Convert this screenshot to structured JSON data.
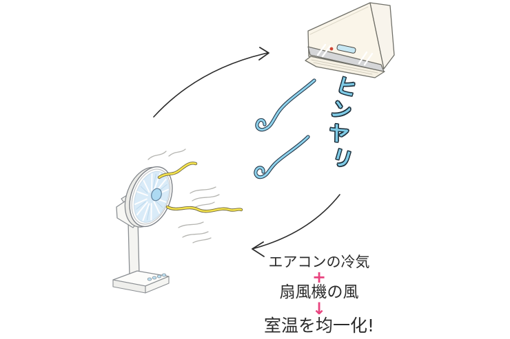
{
  "cool_label": {
    "text": "ヒンヤリ",
    "chars": [
      "ヒ",
      "ン",
      "ヤ",
      "リ"
    ]
  },
  "caption": {
    "line1": "エアコンの冷気",
    "plus": "+",
    "line2": "扇風機の風",
    "down_arrow": "↓",
    "line3": "室温を均一化!"
  },
  "colors": {
    "accent_pink": "#e8447f",
    "label_blue": "#7fcbe6",
    "swirl_blue": "#8ed2ec",
    "ink": "#2b2b2b",
    "ribbon_yellow": "#f6e44d",
    "fan_blade_blue": "#d9ebf8",
    "fan_hub_blue": "#addaf2",
    "ac_body_cream": "#faf5e9",
    "ac_band_gray": "#d5d6d8",
    "ac_indicator_red": "#cf4433",
    "ac_display_blue": "#c6e7f3",
    "breeze_line_gray": "#b5b5b1"
  }
}
